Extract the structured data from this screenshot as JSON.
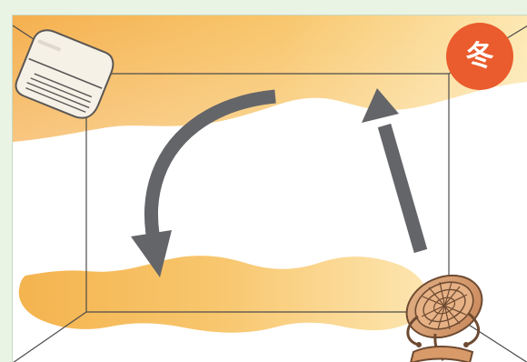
{
  "season_badge": {
    "label": "冬",
    "color": "#ea5b2d"
  },
  "colors": {
    "warm_air": "#f7b85e",
    "warm_air_light": "#fde4a8",
    "arrow": "#646569",
    "room_lines": "#4e4b4b",
    "fan": "#d59a6b",
    "fan_dark": "#6d4a31"
  },
  "icons": {
    "air_conditioner": "air-conditioner-icon",
    "fan": "circulator-fan-icon",
    "downward_arrow": "downward-airflow-arrow",
    "upward_arrow": "upward-airflow-arrow"
  }
}
